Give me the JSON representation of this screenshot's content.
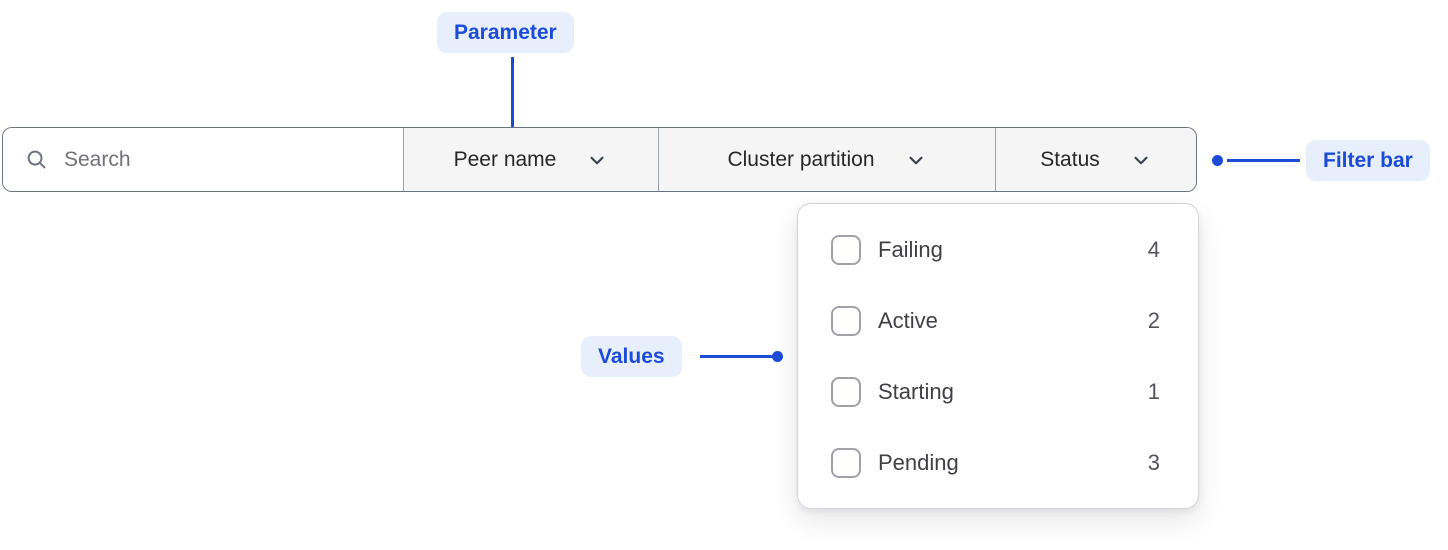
{
  "annotations": {
    "parameter": {
      "label": "Parameter"
    },
    "filter_bar": {
      "label": "Filter bar"
    },
    "values": {
      "label": "Values"
    }
  },
  "filter_bar": {
    "search": {
      "placeholder": "Search",
      "value": ""
    },
    "dropdowns": [
      {
        "label": "Peer name"
      },
      {
        "label": "Cluster partition"
      },
      {
        "label": "Status"
      }
    ]
  },
  "status_menu": {
    "items": [
      {
        "label": "Failing",
        "count": "4",
        "checked": false
      },
      {
        "label": "Active",
        "count": "2",
        "checked": false
      },
      {
        "label": "Starting",
        "count": "1",
        "checked": false
      },
      {
        "label": "Pending",
        "count": "3",
        "checked": false
      }
    ]
  },
  "colors": {
    "accent_blue": "#1c4bd8",
    "annotation_pill_bg": "#e8effc",
    "dropdown_section_bg": "#f5f5f6",
    "bar_border": "#6b7280"
  }
}
